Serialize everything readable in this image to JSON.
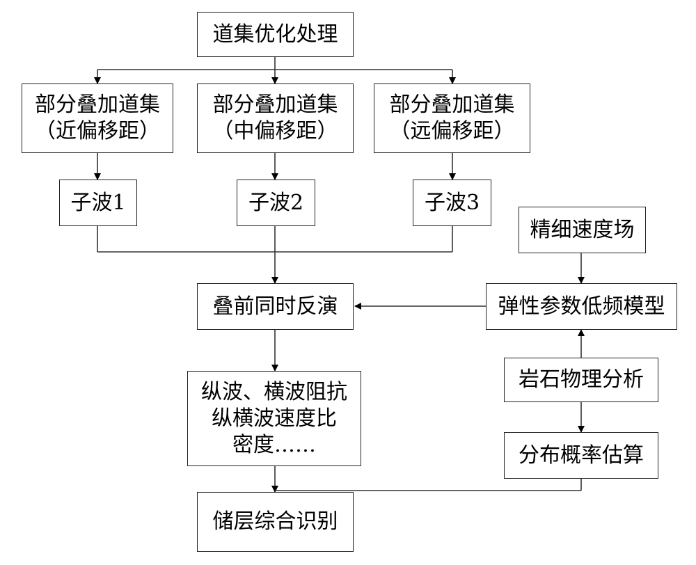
{
  "nodes": {
    "gather_optimize": "道集优化处理",
    "partial_near": [
      "部分叠加道集",
      "（近偏移距）"
    ],
    "partial_mid": [
      "部分叠加道集",
      "（中偏移距）"
    ],
    "partial_far": [
      "部分叠加道集",
      "（远偏移距）"
    ],
    "wavelet1": "子波1",
    "wavelet2": "子波2",
    "wavelet3": "子波3",
    "fine_velocity": "精细速度场",
    "inversion": "叠前同时反演",
    "low_freq_model": "弹性参数低频模型",
    "rock_physics": "岩石物理分析",
    "results": [
      "纵波、横波阻抗",
      "纵横波速度比",
      "密度……"
    ],
    "probability": "分布概率估算",
    "reservoir": "储层综合识别"
  }
}
